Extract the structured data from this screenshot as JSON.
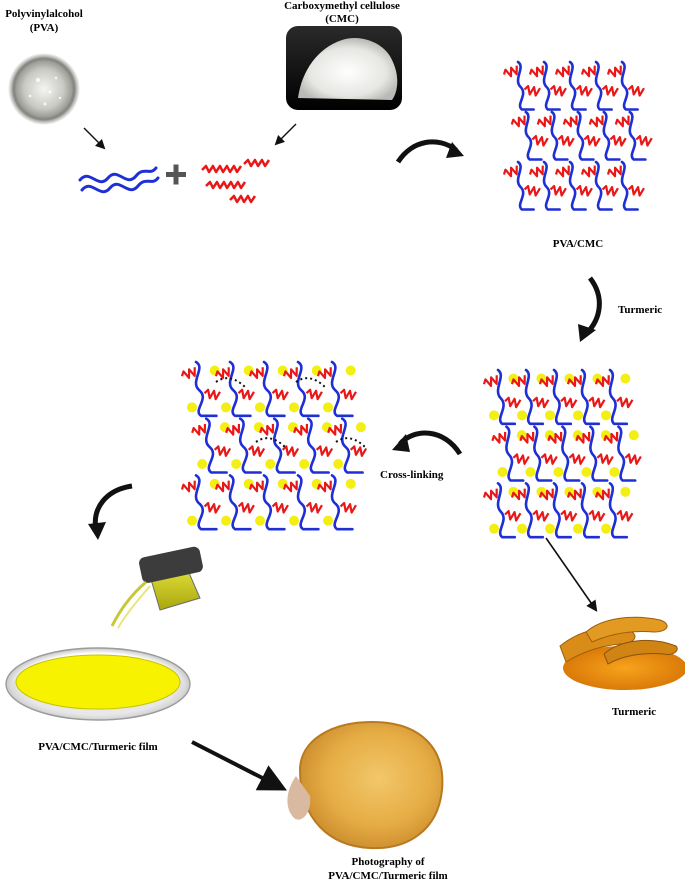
{
  "labels": {
    "pva_title": "Polyvinylalcohol",
    "pva_abbr": "(PVA)",
    "cmc_title": "Carboxymethyl cellulose",
    "cmc_abbr": "(CMC)",
    "pva_cmc": "PVA/CMC",
    "turmeric_step": "Turmeric",
    "cross_linking": "Cross-linking",
    "turmeric_photo": "Turmeric",
    "film": "PVA/CMC/Turmeric film",
    "photo_line1": "Photography of",
    "photo_line2": "PVA/CMC/Turmeric film"
  },
  "colors": {
    "pva_chain": "#1f2fd6",
    "cmc_chain": "#e81818",
    "turmeric_particle": "#f3ef12",
    "film_fill": "#f6f200",
    "arrow": "#111111"
  },
  "icons": {
    "plus": "plus-icon",
    "arrow": "curved-arrow-icon"
  }
}
